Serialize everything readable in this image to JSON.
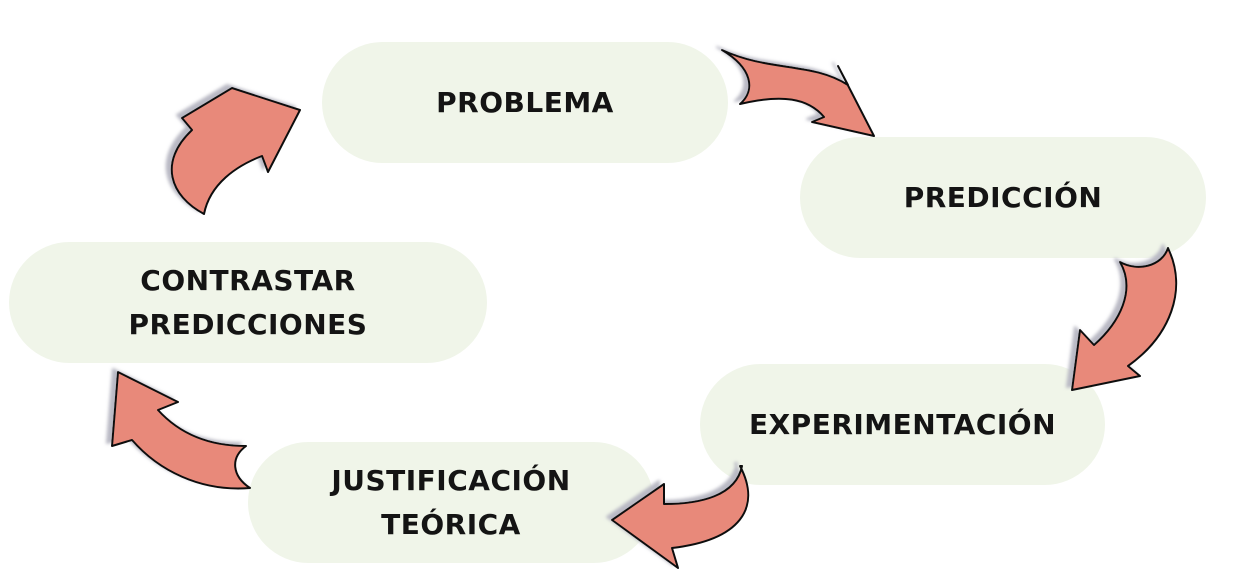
{
  "steps": [
    {
      "id": "problema",
      "lines": [
        "PROBLEMA"
      ]
    },
    {
      "id": "prediccion",
      "lines": [
        "PREDICCIÓN"
      ]
    },
    {
      "id": "experimentacion",
      "lines": [
        "EXPERIMENTACIÓN"
      ]
    },
    {
      "id": "justificacion",
      "lines": [
        "JUSTIFICACIÓN",
        "TEÓRICA"
      ]
    },
    {
      "id": "contrastar",
      "lines": [
        "CONTRASTAR",
        "PREDICCIONES"
      ]
    }
  ],
  "colors": {
    "pill_fill": "#f0f5e9",
    "arrow_fill": "#e8897a",
    "arrow_stroke": "#111111",
    "arrow_shadow": "#b9b9c4"
  },
  "arrows": [
    {
      "name": "arrow-problema-to-prediccion",
      "direction": "clockwise"
    },
    {
      "name": "arrow-prediccion-to-experimentacion",
      "direction": "clockwise"
    },
    {
      "name": "arrow-experimentacion-to-justificacion",
      "direction": "clockwise"
    },
    {
      "name": "arrow-justificacion-to-contrastar",
      "direction": "clockwise"
    },
    {
      "name": "arrow-contrastar-to-problema",
      "direction": "clockwise"
    }
  ]
}
